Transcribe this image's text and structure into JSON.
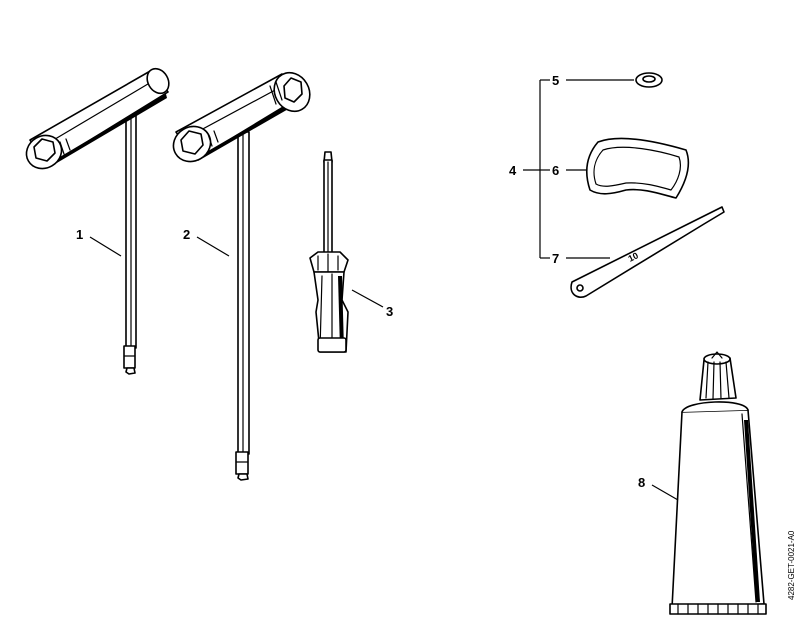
{
  "callouts": {
    "p1": "1",
    "p2": "2",
    "p3": "3",
    "p4": "4",
    "p5": "5",
    "p6": "6",
    "p7": "7",
    "p8": "8"
  },
  "wrench_size_label": "10",
  "document_id": "4282-GET-0021-A0"
}
